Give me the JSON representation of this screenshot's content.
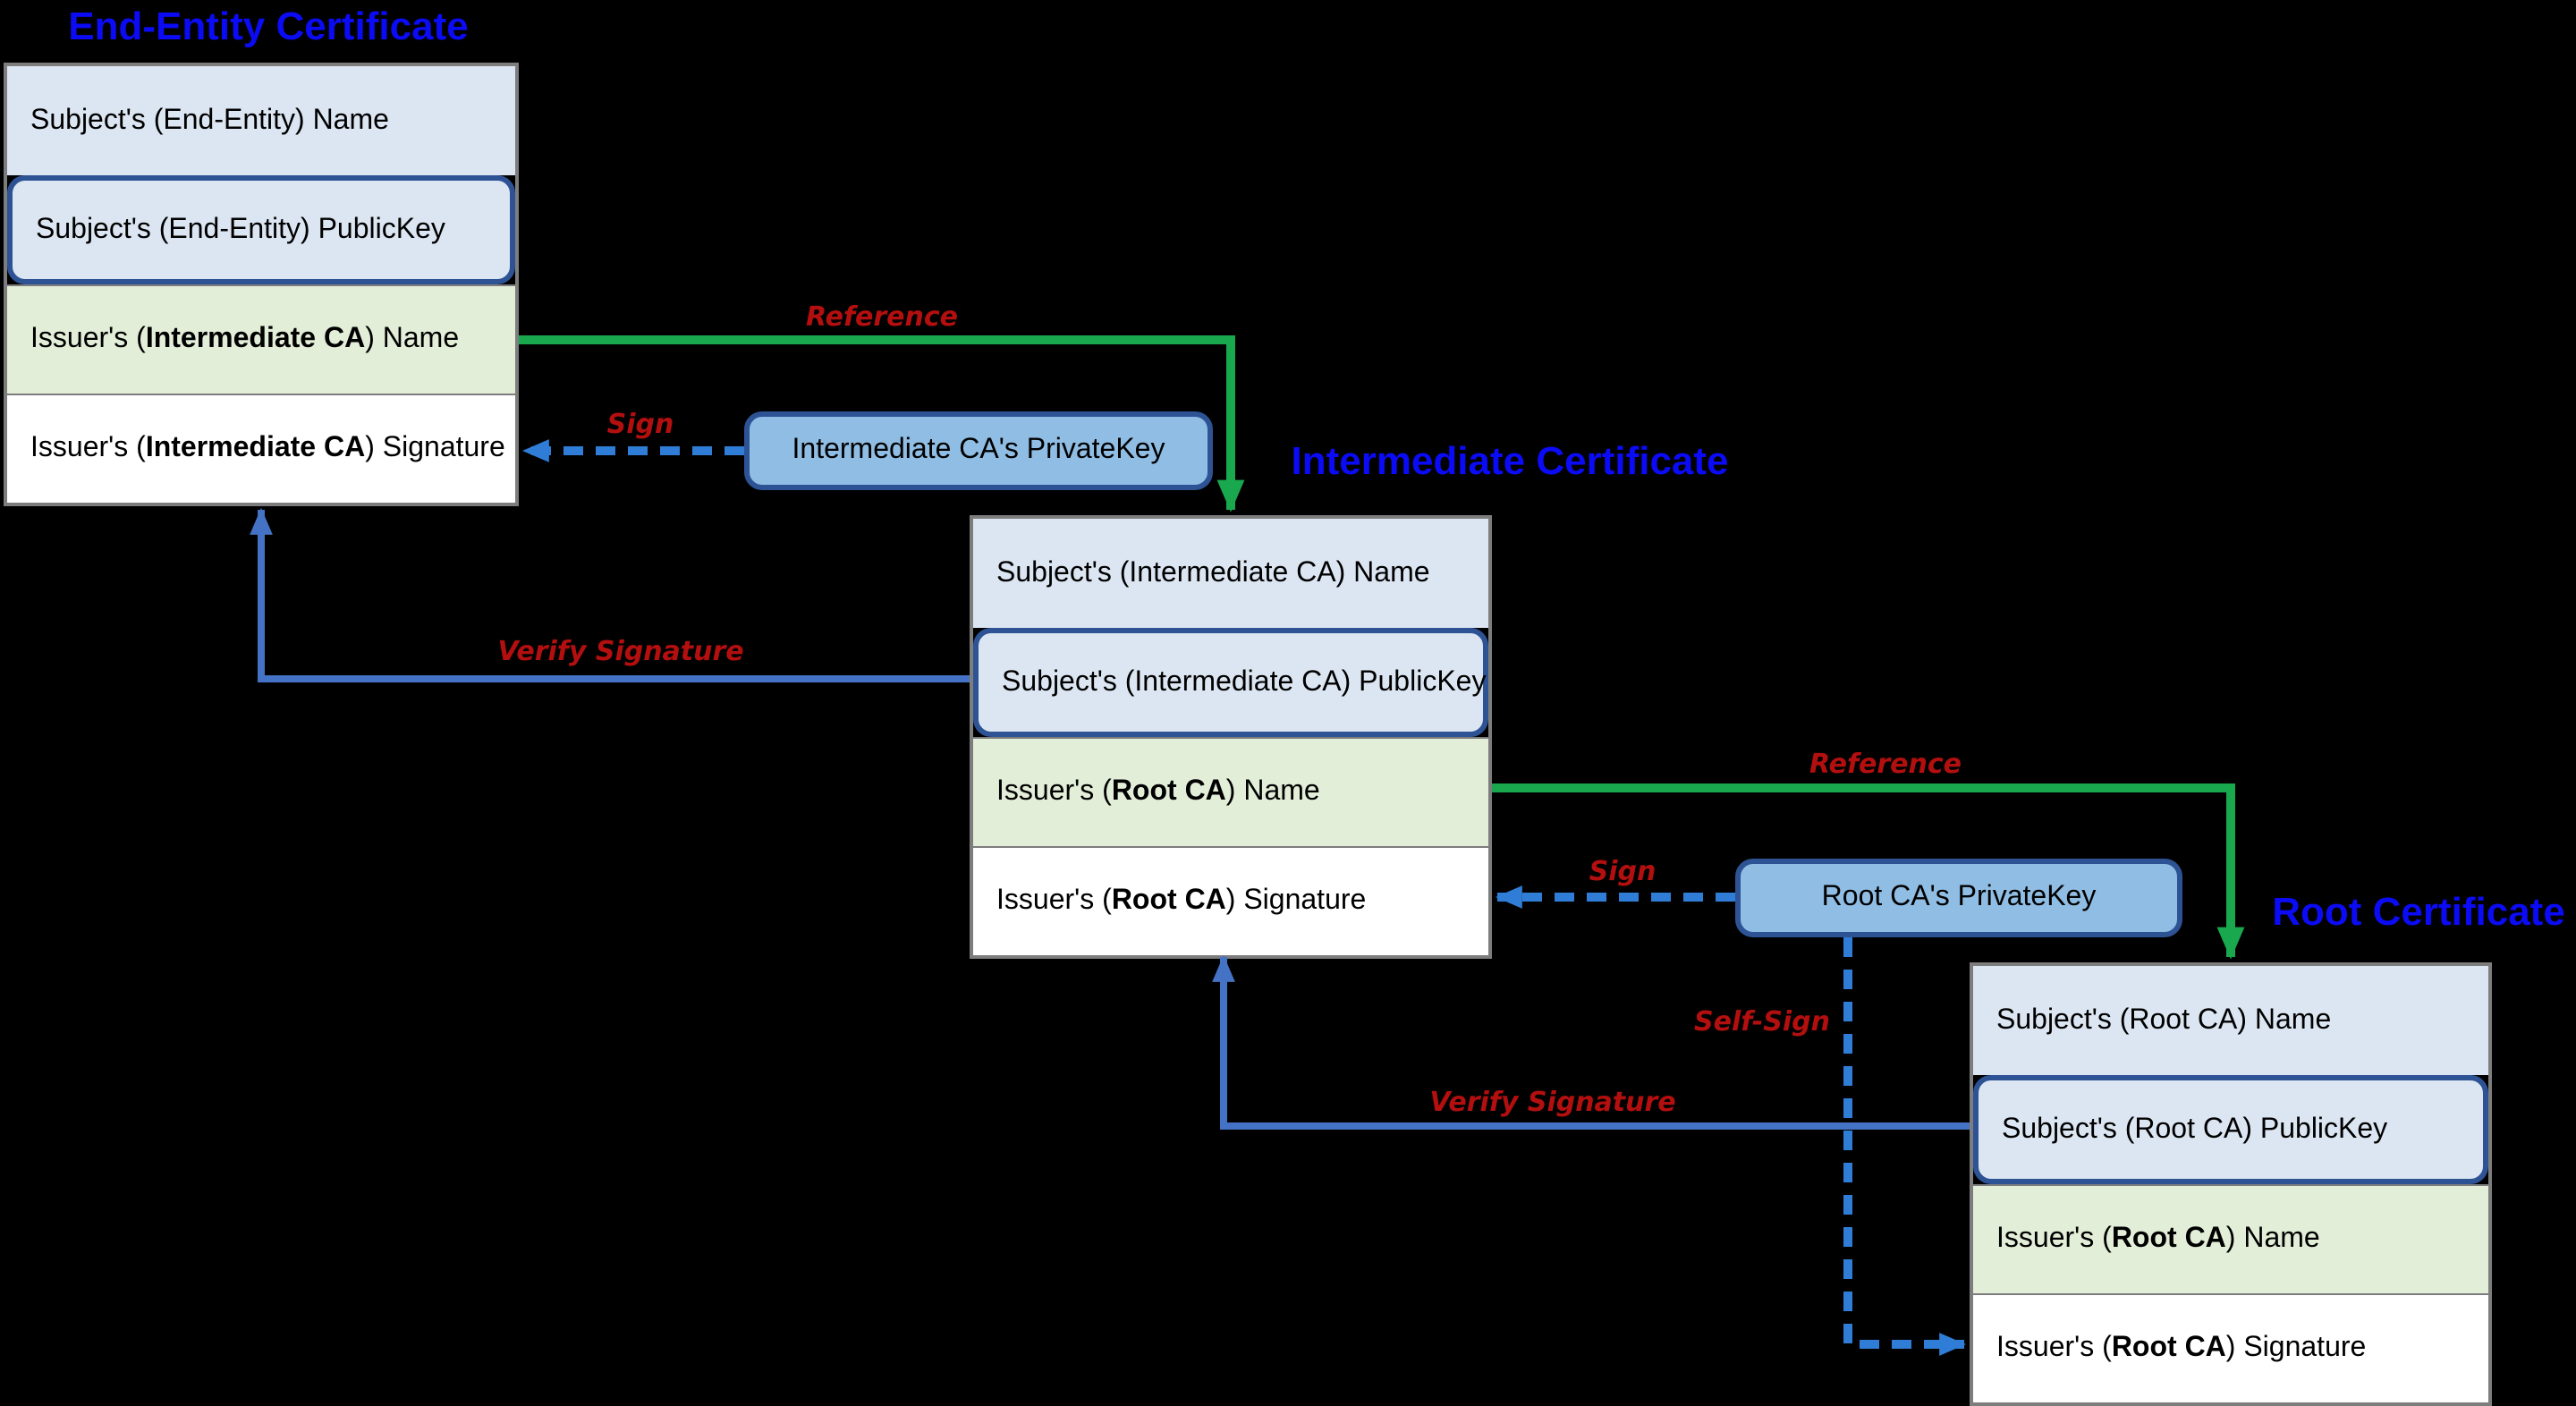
{
  "stacks": {
    "end_entity": {
      "title": "End-Entity Certificate",
      "rows": [
        {
          "name": "subject-name",
          "segments": [
            {
              "t": "Subject's (End-Entity) Name"
            }
          ]
        },
        {
          "name": "subject-publickey",
          "segments": [
            {
              "t": "Subject's (End-Entity) PublicKey"
            }
          ]
        },
        {
          "name": "issuer-name",
          "segments": [
            {
              "t": "Issuer's ("
            },
            {
              "t": "Intermediate CA",
              "b": true
            },
            {
              "t": ") Name"
            }
          ]
        },
        {
          "name": "issuer-signature",
          "segments": [
            {
              "t": "Issuer's ("
            },
            {
              "t": "Intermediate CA",
              "b": true
            },
            {
              "t": ") Signature"
            }
          ]
        }
      ]
    },
    "intermediate": {
      "title": "Intermediate Certificate",
      "rows": [
        {
          "name": "subject-name",
          "segments": [
            {
              "t": "Subject's (Intermediate CA) Name"
            }
          ]
        },
        {
          "name": "subject-publickey",
          "segments": [
            {
              "t": "Subject's (Intermediate CA) PublicKey"
            }
          ]
        },
        {
          "name": "issuer-name",
          "segments": [
            {
              "t": "Issuer's ("
            },
            {
              "t": "Root CA",
              "b": true
            },
            {
              "t": ") Name"
            }
          ]
        },
        {
          "name": "issuer-signature",
          "segments": [
            {
              "t": "Issuer's ("
            },
            {
              "t": "Root CA",
              "b": true
            },
            {
              "t": ") Signature"
            }
          ]
        }
      ]
    },
    "root": {
      "title": "Root Certificate",
      "rows": [
        {
          "name": "subject-name",
          "segments": [
            {
              "t": "Subject's (Root CA) Name"
            }
          ]
        },
        {
          "name": "subject-publickey",
          "segments": [
            {
              "t": "Subject's (Root CA) PublicKey"
            }
          ]
        },
        {
          "name": "issuer-name",
          "segments": [
            {
              "t": "Issuer's ("
            },
            {
              "t": "Root CA",
              "b": true
            },
            {
              "t": ") Name"
            }
          ]
        },
        {
          "name": "issuer-signature",
          "segments": [
            {
              "t": "Issuer's ("
            },
            {
              "t": "Root CA",
              "b": true
            },
            {
              "t": ") Signature"
            }
          ]
        }
      ]
    }
  },
  "private_key_boxes": {
    "intermediate": {
      "label": "Intermediate CA's PrivateKey"
    },
    "root": {
      "label": "Root CA's PrivateKey"
    }
  },
  "arrows": {
    "reference_ee": {
      "label": "Reference",
      "style": "solid-green"
    },
    "sign_ee": {
      "label": "Sign",
      "style": "dashed-blue"
    },
    "verify_ee": {
      "label": "Verify Signature",
      "style": "solid-blue"
    },
    "reference_root": {
      "label": "Reference",
      "style": "solid-green"
    },
    "sign_root": {
      "label": "Sign",
      "style": "dashed-blue"
    },
    "self_sign_root": {
      "label": "Self-Sign",
      "style": "dashed-blue"
    },
    "verify_root": {
      "label": "Verify Signature",
      "style": "solid-blue"
    }
  },
  "colors": {
    "background": "#000000",
    "title-blue": "#0b0bf5",
    "label-red": "#b40f0f",
    "green-arrow": "#1aa84e",
    "blue-arrow": "#4472c4",
    "dashed-blue": "#2f7dd6",
    "fill-light-blue": "#dce6f2",
    "fill-light-green": "#e3eed8",
    "fill-white": "#ffffff",
    "fill-private-key": "#8fbde4",
    "border-dark-blue": "#2e5395",
    "border-gray": "#7d7d7d",
    "text-black": "#000000"
  }
}
